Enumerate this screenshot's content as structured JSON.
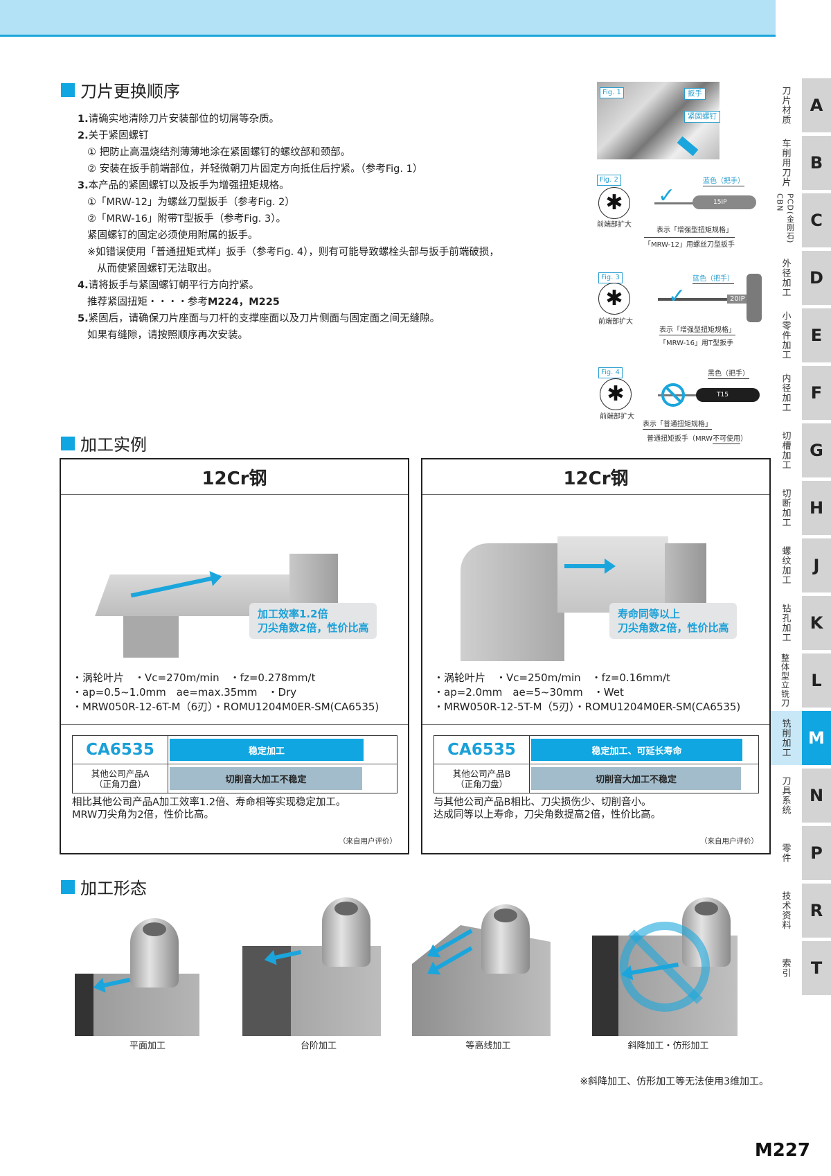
{
  "header": {
    "band_color": "#b3e2f7",
    "rule_color": "#1aa6dc"
  },
  "sections": {
    "replace": "刀片更换顺序",
    "examples": "加工实例",
    "forms": "加工形态"
  },
  "steps": [
    {
      "num": "1.",
      "text": "请确实地清除刀片安装部位的切屑等杂质。"
    },
    {
      "num": "2.",
      "text": "关于紧固螺钉"
    },
    {
      "sub": "① 把防止高温烧结剂薄薄地涂在紧固螺钉的螺纹部和颈部。"
    },
    {
      "sub": "② 安装在扳手前端部位，并轻微朝刀片固定方向抵住后拧紧。（参考Fig. 1）"
    },
    {
      "num": "3.",
      "text": "本产品的紧固螺钉以及扳手为增强扭矩规格。"
    },
    {
      "sub": "①「MRW-12」为螺丝刀型扳手（参考Fig. 2）"
    },
    {
      "sub": "②「MRW-16」附带T型扳手（参考Fig. 3）。"
    },
    {
      "sub": "紧固螺钉的固定必须使用附属的扳手。"
    },
    {
      "sub": "※如错误使用「普通扭矩式样」扳手（参考Fig. 4），则有可能导致螺栓头部与扳手前端破损，"
    },
    {
      "sub2": "从而使紧固螺钉无法取出。"
    },
    {
      "num": "4.",
      "text": "请将扳手与紧固螺钉朝平行方向拧紧。"
    },
    {
      "sub": "推荐紧固扭矩・・・・参考",
      "bold": "M224，M225"
    },
    {
      "num": "5.",
      "text": "紧固后，请确保刀片座面与刀杆的支撑座面以及刀片侧面与固定面之间无缝隙。"
    },
    {
      "sub": "如果有缝隙，请按照顺序再次安装。"
    }
  ],
  "figures": {
    "fig1": {
      "label": "Fig. 1",
      "callout1": "扳手",
      "callout2": "紧固螺钉"
    },
    "fig2": {
      "label": "Fig. 2",
      "enlarge": "前端部扩大",
      "color_note": "蓝色（把手）",
      "handle_text": "15IP",
      "spec": "表示「增强型扭矩规格」",
      "caption": "「MRW-12」用螺丝刀型扳手"
    },
    "fig3": {
      "label": "Fig. 3",
      "enlarge": "前端部扩大",
      "color_note": "蓝色（把手）",
      "handle_text": "20IP",
      "spec": "表示「增强型扭矩规格」",
      "caption": "「MRW-16」用T型扳手"
    },
    "fig4": {
      "label": "Fig. 4",
      "enlarge": "前端部扩大",
      "color_note": "黑色（把手）",
      "handle_text": "T15",
      "spec": "表示「普通扭矩规格」",
      "caption_a": "普通扭矩扳手（MRW",
      "caption_b": "不可使用",
      "caption_c": "）"
    }
  },
  "side_tabs": [
    {
      "label": "刀片材质",
      "letter": "A",
      "active": false
    },
    {
      "label": "车削用刀片",
      "letter": "B",
      "active": false
    },
    {
      "label": "PCD(金刚石) CBN",
      "letter": "C",
      "active": false
    },
    {
      "label": "外径加工",
      "letter": "D",
      "active": false
    },
    {
      "label": "小零件加工",
      "letter": "E",
      "active": false
    },
    {
      "label": "内径加工",
      "letter": "F",
      "active": false
    },
    {
      "label": "切槽加工",
      "letter": "G",
      "active": false
    },
    {
      "label": "切断加工",
      "letter": "H",
      "active": false
    },
    {
      "label": "螺纹加工",
      "letter": "J",
      "active": false
    },
    {
      "label": "钻孔加工",
      "letter": "K",
      "active": false
    },
    {
      "label": "整体型立铣刀",
      "letter": "L",
      "active": false
    },
    {
      "label": "铣削加工",
      "letter": "M",
      "active": true
    },
    {
      "label": "刀具系统",
      "letter": "N",
      "active": false
    },
    {
      "label": "零件",
      "letter": "P",
      "active": false
    },
    {
      "label": "技术资料",
      "letter": "R",
      "active": false
    },
    {
      "label": "索引",
      "letter": "T",
      "active": false
    }
  ],
  "cards": [
    {
      "material": "12Cr钢",
      "badge_line1": "加工效率1.2倍",
      "badge_line2": "刀尖角数2倍，性价比高",
      "cond1": "・涡轮叶片　・Vc=270m/min　・fz=0.278mm/t",
      "cond2": "・ap=0.5~1.0mm　ae=max.35mm　・Dry",
      "cond3": "・MRW050R-12-6T-M（6刃）・ROMU1204M0ER-SM(CA6535)",
      "brand": "CA6535",
      "brand_result": "稳定加工",
      "competitor": "其他公司产品A",
      "competitor_sub": "（正角刀盘）",
      "competitor_result": "切削音大加工不稳定",
      "summary1": "相比其他公司产品A加工效率1.2倍、寿命相等实现稳定加工。",
      "summary2": "MRW刀尖角为2倍，性价比高。",
      "source": "（来自用户评价）"
    },
    {
      "material": "12Cr钢",
      "badge_line1": "寿命同等以上",
      "badge_line2": "刀尖角数2倍，性价比高",
      "cond1": "・涡轮叶片　・Vc=250m/min　・fz=0.16mm/t",
      "cond2": "・ap=2.0mm　ae=5~30mm　・Wet",
      "cond3": "・MRW050R-12-5T-M（5刃）・ROMU1204M0ER-SM(CA6535)",
      "brand": "CA6535",
      "brand_result": "稳定加工、可延长寿命",
      "competitor": "其他公司产品B",
      "competitor_sub": "（正角刀盘）",
      "competitor_result": "切削音大加工不稳定",
      "summary1": "与其他公司产品B相比、刀尖损伤少、切削音小。",
      "summary2": "达成同等以上寿命，刀尖角数提高2倍，性价比高。",
      "source": "（来自用户评价）"
    }
  ],
  "forms": [
    {
      "caption": "平面加工",
      "prohibited": false
    },
    {
      "caption": "台阶加工",
      "prohibited": false
    },
    {
      "caption": "等高线加工",
      "prohibited": false
    },
    {
      "caption": "斜降加工・仿形加工",
      "prohibited": true
    }
  ],
  "forms_note": "※斜降加工、仿形加工等无法使用3维加工。",
  "page_number": "M227",
  "colors": {
    "accent": "#0fa6e1",
    "competitor_bar": "#a3bccb",
    "tab_grey": "#d3d3d3"
  }
}
